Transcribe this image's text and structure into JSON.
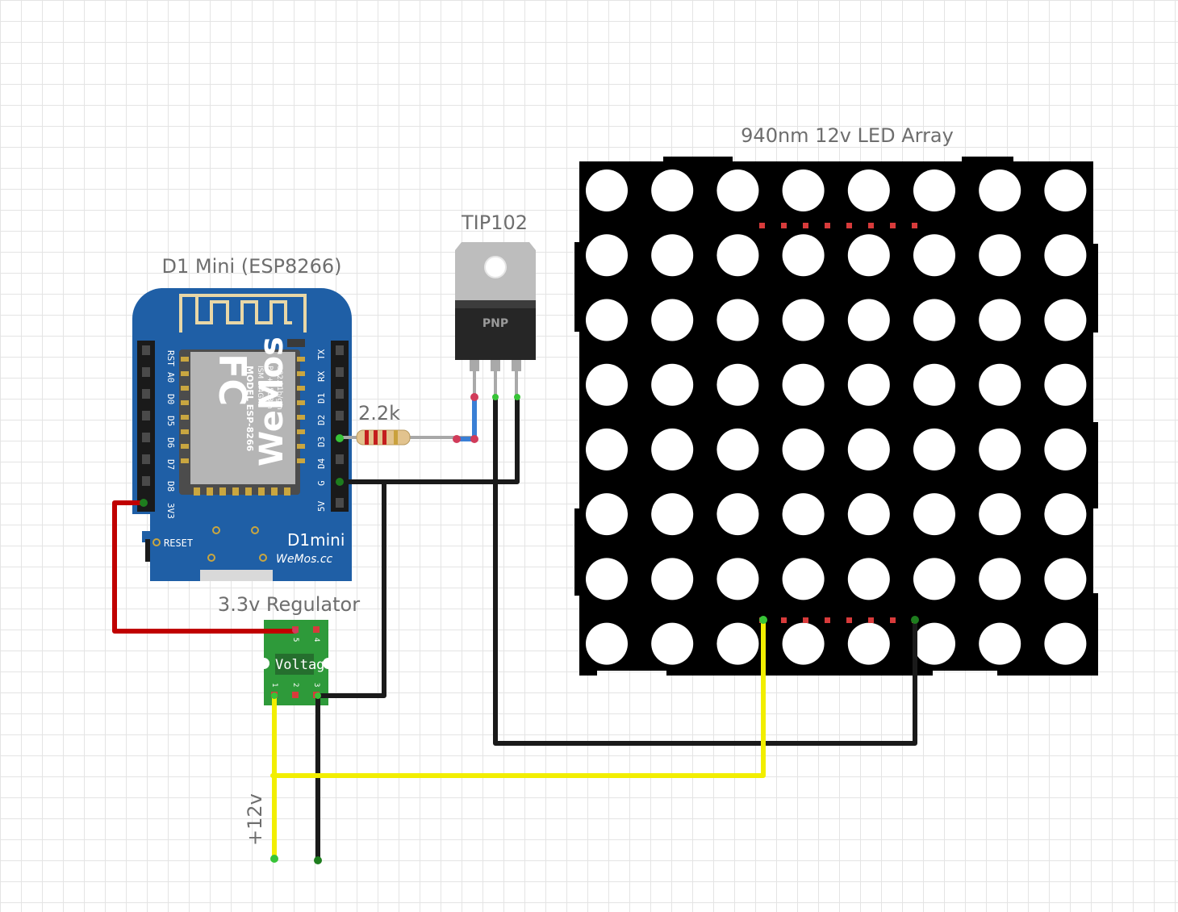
{
  "labels": {
    "d1mini": "D1 Mini (ESP8266)",
    "transistor": "TIP102",
    "resistor": "2.2k",
    "led_array": "940nm 12v LED Array",
    "regulator": "3.3v Regulator",
    "power": "+12v"
  },
  "d1mini_board": {
    "left_pins": [
      "RST",
      "A0",
      "D0",
      "D5",
      "D6",
      "D7",
      "D8",
      "3V3"
    ],
    "right_pins": [
      "TX",
      "RX",
      "D1",
      "D2",
      "D3",
      "D4",
      "G",
      "5V"
    ],
    "module_brand": "WeMos",
    "module_logo": "FC",
    "module_specs": [
      "MODEL ESP-8266",
      "ISM 2.4GHz",
      "PA +25dBm",
      "802.11b/g/n"
    ],
    "reset_label": "RESET",
    "board_name": "D1mini",
    "board_site": "WeMos.cc"
  },
  "transistor_marking": "PNP",
  "regulator_board": {
    "text": "Voltag",
    "pin_numbers": [
      "5",
      "4",
      "1",
      "2",
      "3"
    ]
  },
  "colors": {
    "board_blue": "#1f5fa6",
    "wire_red": "#c00000",
    "wire_black": "#1a1a1a",
    "wire_yellow": "#f2ee00",
    "wire_blue": "#3a7fd5",
    "wire_gray": "#9c9c9c",
    "regulator_green": "#2e9a3a"
  },
  "led_grid": {
    "rows": 8,
    "cols": 8
  }
}
